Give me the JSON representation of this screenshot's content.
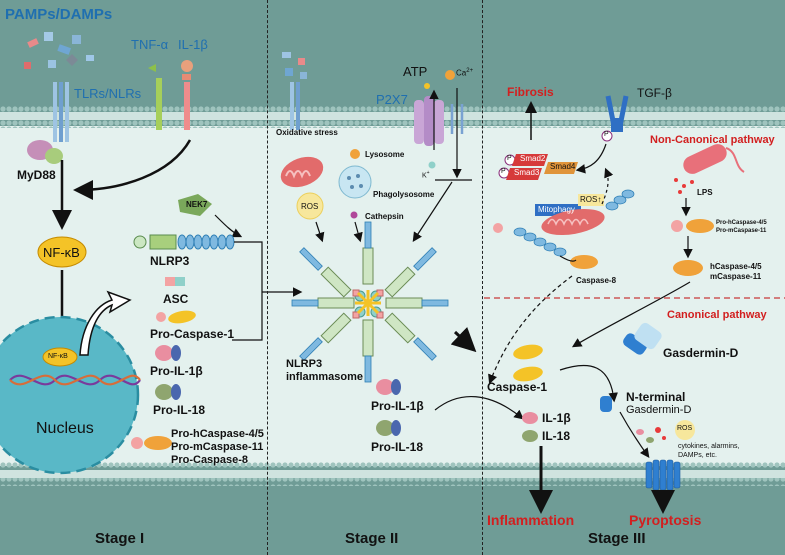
{
  "header": {
    "title": "PAMPs/DAMPs"
  },
  "stage1": {
    "tnf": "TNF-α",
    "il1b_top": "IL-1β",
    "tlrs": "TLRs/NLRs",
    "myd88": "MyD88",
    "nfkb": "NF-κB",
    "nfkb_small": "NF-κB",
    "nucleus": "Nucleus",
    "nek7": "NEK7",
    "nlrp3": "NLRP3",
    "asc": "ASC",
    "procasp1": "Pro-Caspase-1",
    "proil1b": "Pro-IL-1β",
    "proil18": "Pro-IL-18",
    "procasp_group": [
      "Pro-hCaspase-4/5",
      "Pro-mCaspase-11",
      "Pro-Caspase-8"
    ],
    "stage_label": "Stage I"
  },
  "stage2": {
    "oxidative": "Oxidative stress",
    "ros": "ROS",
    "lysosome": "Lysosome",
    "phagolysosome": "Phagolysosome",
    "cathepsin": "Cathepsin",
    "atp": "ATP",
    "ca": "Ca",
    "ca_sup": "2+",
    "p2x7": "P2X7",
    "k": "K",
    "k_sup": "+",
    "inflammasome": [
      "NLRP3",
      "inflammasome"
    ],
    "proil1b": "Pro-IL-1β",
    "proil18": "Pro-IL-18",
    "stage_label": "Stage II"
  },
  "stage3": {
    "fibrosis": "Fibrosis",
    "tgf": "TGF-β",
    "p": "P",
    "smad2": "Smad2",
    "smad3": "Smad3",
    "smad4": "Smad4",
    "ros": "ROS↑",
    "mitophagy": "Mitophagy",
    "casp8": "Caspase-8",
    "noncanonical": "Non-Canonical pathway",
    "lps": "LPS",
    "pro_casp45": [
      "Pro-hCaspase-4/5",
      "Pro-mCaspase-11"
    ],
    "hcasp": [
      "hCaspase-4/5",
      "mCaspase-11"
    ],
    "canonical": "Canonical pathway",
    "gasdermin": "Gasdermin-D",
    "casp1": "Caspase-1",
    "nterm": [
      "N-terminal",
      "Gasdermin-D"
    ],
    "il1b": "IL-1β",
    "il18": "IL-18",
    "ros2": "ROS",
    "damps": [
      "cytokines, alarmins,",
      "DAMPs, etc."
    ],
    "inflammation": "Inflammation",
    "pyroptosis": "Pyroptosis",
    "stage_label": "Stage III"
  },
  "colors": {
    "background": "#6f9c96",
    "cytoplasm": "#e4f1ee",
    "membrane_head": "#b7d3cf",
    "nucleus": "#59b8c7",
    "red_label": "#d21f1f",
    "blue_label": "#1f6fb0",
    "nfkb_fill": "#f4c327",
    "caspase_orange": "#f0a23a"
  }
}
